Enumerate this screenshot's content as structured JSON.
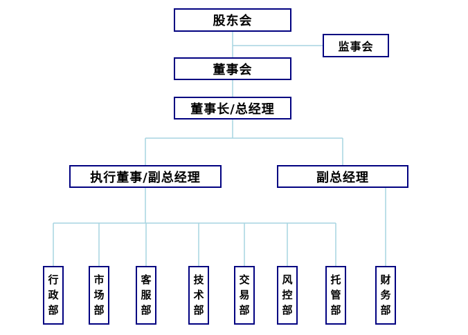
{
  "org_chart": {
    "nodes": {
      "shareholders": {
        "label": "股东会"
      },
      "supervisory_board": {
        "label": "监事会"
      },
      "board_of_directors": {
        "label": "董事会"
      },
      "chairman_general_manager": {
        "label": "董事长/总经理"
      },
      "executive_director_deputy_gm": {
        "label": "执行董事/副总经理"
      },
      "deputy_general_manager": {
        "label": "副总经理"
      }
    },
    "departments": [
      {
        "label": "行政部"
      },
      {
        "label": "市场部"
      },
      {
        "label": "客服部"
      },
      {
        "label": "技术部"
      },
      {
        "label": "交易部"
      },
      {
        "label": "风控部"
      },
      {
        "label": "托管部"
      },
      {
        "label": "财务部"
      }
    ]
  },
  "colors": {
    "box_border": "#000080",
    "box_text": "#000000",
    "connector": "#a6d4e0",
    "background": "#ffffff"
  }
}
